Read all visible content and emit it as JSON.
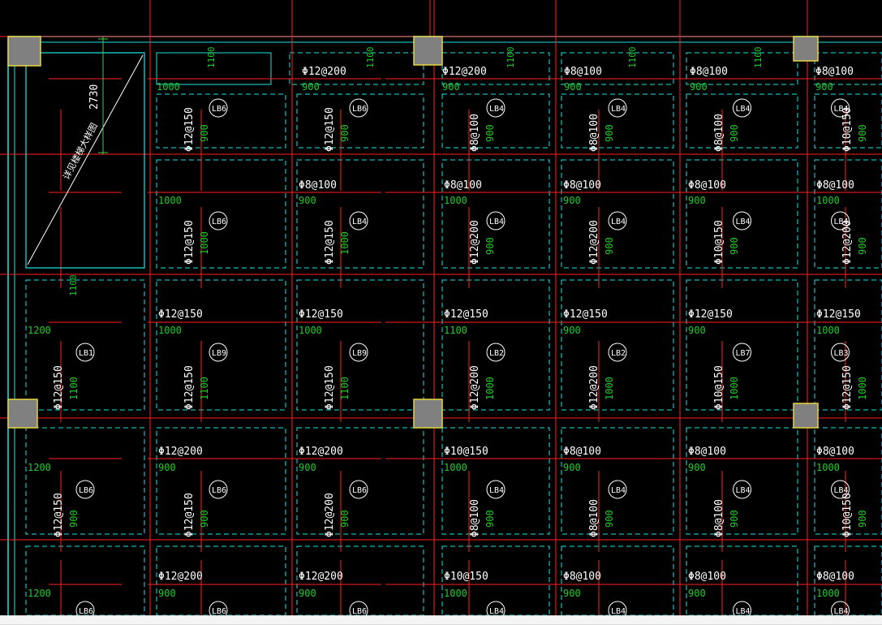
{
  "colors": {
    "background": "#000000",
    "axis_line": "#ff1f1f",
    "beam_line": "#19e6e6",
    "rebar_label": "#ffffff",
    "dimension_label": "#1fcc2b",
    "column_fill": "#808080",
    "column_border": "#e8d640",
    "dim_line": "#39d43f",
    "outline": "#ffffff"
  },
  "opening": {
    "dimension": "2730",
    "note": "详见楼梯大样图"
  },
  "top_row": {
    "labels": [
      {
        "rebar": "Φ12@200",
        "dim": "900",
        "side": "1100"
      },
      {
        "rebar": "Φ12@200",
        "dim": "900",
        "side": "1100"
      },
      {
        "rebar": "Φ8@100",
        "dim": "900",
        "side": "1100"
      },
      {
        "rebar": "Φ8@100",
        "dim": "900",
        "side": "1100"
      },
      {
        "rebar": "Φ8@100",
        "dim": "900",
        "side": ""
      }
    ],
    "small_panel_dims": [
      "1100",
      "1000"
    ]
  },
  "rows": [
    {
      "panels": [
        {
          "mark": "LB6",
          "v_rebar": "Φ12@150",
          "v_dim": "900"
        },
        {
          "mark": "LB6",
          "v_rebar": "Φ12@150",
          "v_dim": "900"
        },
        {
          "mark": "LB4",
          "v_rebar": "Φ8@100",
          "v_dim": "900"
        },
        {
          "mark": "LB4",
          "v_rebar": "Φ8@100",
          "v_dim": "900"
        },
        {
          "mark": "LB4",
          "v_rebar": "Φ8@100",
          "v_dim": "900"
        },
        {
          "mark": "LB4",
          "v_rebar": "Φ10@150",
          "v_dim": "900"
        }
      ]
    },
    {
      "h_labels": [
        {
          "rebar": "",
          "dim": "1000"
        },
        {
          "rebar": "Φ8@100",
          "dim": "900"
        },
        {
          "rebar": "Φ8@100",
          "dim": "1000"
        },
        {
          "rebar": "Φ8@100",
          "dim": "900"
        },
        {
          "rebar": "Φ8@100",
          "dim": "900"
        },
        {
          "rebar": "Φ8@100",
          "dim": "1000"
        }
      ],
      "panels": [
        {
          "mark": "LB6",
          "v_rebar": "Φ12@150",
          "v_dim": "1000"
        },
        {
          "mark": "LB4",
          "v_rebar": "Φ12@150",
          "v_dim": "1000"
        },
        {
          "mark": "LB4",
          "v_rebar": "Φ12@200",
          "v_dim": "900"
        },
        {
          "mark": "LB4",
          "v_rebar": "Φ12@200",
          "v_dim": "900"
        },
        {
          "mark": "LB4",
          "v_rebar": "Φ10@150",
          "v_dim": "900"
        },
        {
          "mark": "LB4",
          "v_rebar": "Φ12@200",
          "v_dim": "900"
        }
      ]
    },
    {
      "h_labels": [
        {
          "rebar": "",
          "dim": "1200"
        },
        {
          "rebar": "Φ12@150",
          "dim": "1000"
        },
        {
          "rebar": "Φ12@150",
          "dim": "1000"
        },
        {
          "rebar": "Φ12@150",
          "dim": "1100"
        },
        {
          "rebar": "Φ12@150",
          "dim": "900"
        },
        {
          "rebar": "Φ12@150",
          "dim": "900"
        },
        {
          "rebar": "Φ12@150",
          "dim": "1000"
        }
      ],
      "panels": [
        {
          "mark": "LB1",
          "v_rebar": "Φ12@150",
          "v_dim": "1100"
        },
        {
          "mark": "LB9",
          "v_rebar": "Φ12@150",
          "v_dim": "1100"
        },
        {
          "mark": "LB9",
          "v_rebar": "Φ12@150",
          "v_dim": "1100"
        },
        {
          "mark": "LB2",
          "v_rebar": "Φ12@200",
          "v_dim": "1000"
        },
        {
          "mark": "LB2",
          "v_rebar": "Φ12@200",
          "v_dim": "1000"
        },
        {
          "mark": "LB7",
          "v_rebar": "Φ10@150",
          "v_dim": "1000"
        },
        {
          "mark": "LB3",
          "v_rebar": "Φ12@150",
          "v_dim": "1000"
        }
      ],
      "upper_dim": "1100"
    },
    {
      "h_labels": [
        {
          "rebar": "",
          "dim": "1200"
        },
        {
          "rebar": "Φ12@200",
          "dim": "900"
        },
        {
          "rebar": "Φ12@200",
          "dim": "900"
        },
        {
          "rebar": "Φ10@150",
          "dim": "1000"
        },
        {
          "rebar": "Φ8@100",
          "dim": "900"
        },
        {
          "rebar": "Φ8@100",
          "dim": "900"
        },
        {
          "rebar": "Φ8@100",
          "dim": "1000"
        }
      ],
      "panels": [
        {
          "mark": "LB6",
          "v_rebar": "Φ12@150",
          "v_dim": "900"
        },
        {
          "mark": "LB6",
          "v_rebar": "Φ12@150",
          "v_dim": "900"
        },
        {
          "mark": "LB6",
          "v_rebar": "Φ12@200",
          "v_dim": "900"
        },
        {
          "mark": "LB4",
          "v_rebar": "Φ8@100",
          "v_dim": "900"
        },
        {
          "mark": "LB4",
          "v_rebar": "Φ8@100",
          "v_dim": "900"
        },
        {
          "mark": "LB4",
          "v_rebar": "Φ8@100",
          "v_dim": "900"
        },
        {
          "mark": "LB4",
          "v_rebar": "Φ10@150",
          "v_dim": "900"
        }
      ]
    },
    {
      "h_labels": [
        {
          "rebar": "",
          "dim": "1200"
        },
        {
          "rebar": "Φ12@200",
          "dim": "900"
        },
        {
          "rebar": "Φ12@200",
          "dim": "900"
        },
        {
          "rebar": "Φ10@150",
          "dim": "1000"
        },
        {
          "rebar": "Φ8@100",
          "dim": "900"
        },
        {
          "rebar": "Φ8@100",
          "dim": "900"
        },
        {
          "rebar": "Φ8@100",
          "dim": "1000"
        }
      ],
      "panels": [
        {
          "mark": "LB6"
        },
        {
          "mark": "LB6"
        },
        {
          "mark": "LB6"
        },
        {
          "mark": "LB4"
        },
        {
          "mark": "LB4"
        },
        {
          "mark": "LB4"
        },
        {
          "mark": "LB4"
        }
      ]
    }
  ]
}
